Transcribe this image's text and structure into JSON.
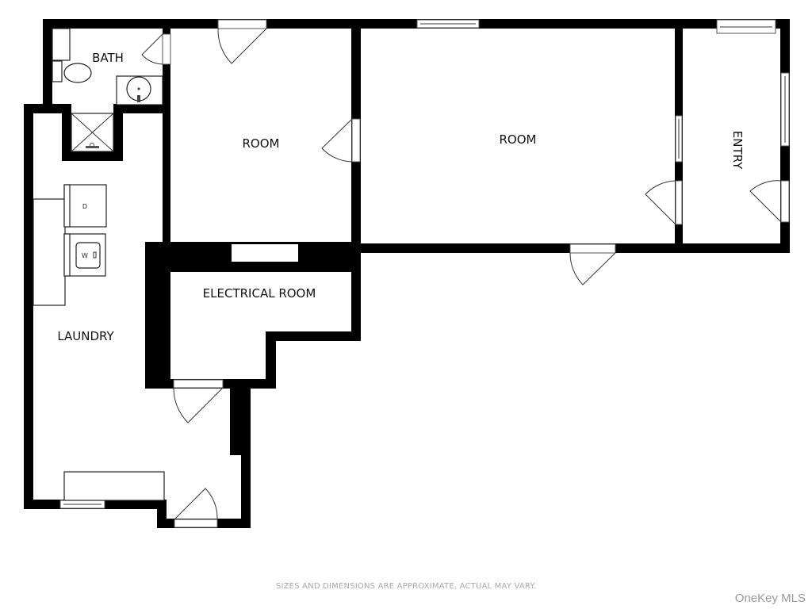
{
  "floorplan": {
    "rooms": [
      {
        "id": "bath",
        "label": "BATH"
      },
      {
        "id": "room1",
        "label": "ROOM"
      },
      {
        "id": "room2",
        "label": "ROOM"
      },
      {
        "id": "entry",
        "label": "ENTRY"
      },
      {
        "id": "electrical",
        "label": "ELECTRICAL ROOM"
      },
      {
        "id": "laundry",
        "label": "LAUNDRY"
      }
    ],
    "appliances": {
      "dryer": "D",
      "washer": "W"
    },
    "colors": {
      "wall": "#000000",
      "background": "#ffffff",
      "footer_text": "#a8a8a8"
    }
  },
  "footer": {
    "disclaimer": "SIZES AND DIMENSIONS ARE APPROXIMATE, ACTUAL MAY VARY.",
    "watermark": "OneKey MLS"
  }
}
